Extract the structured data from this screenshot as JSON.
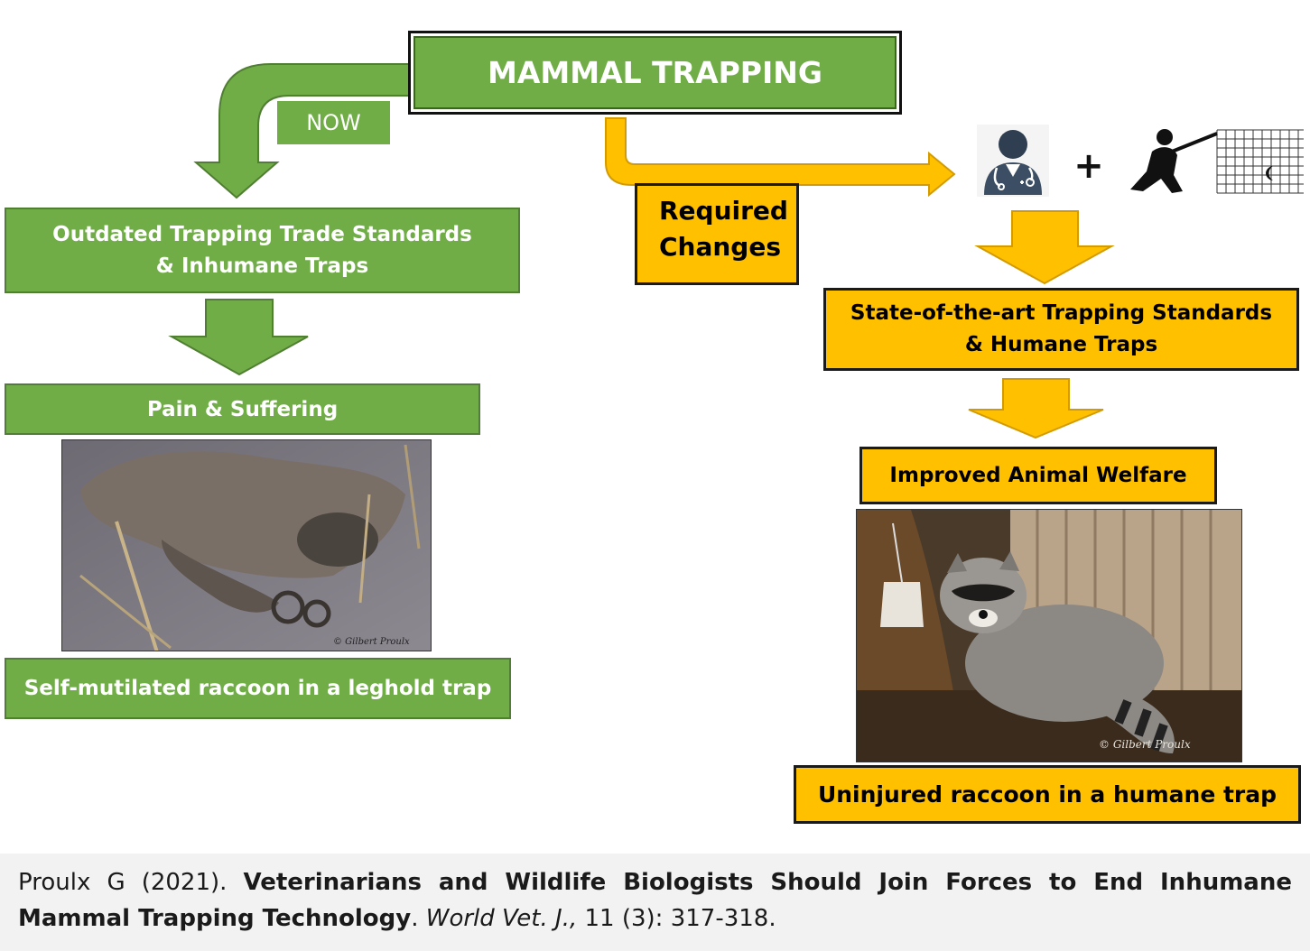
{
  "title": "MAMMAL TRAPPING",
  "now_label": "NOW",
  "required_changes": [
    "Required",
    "Changes"
  ],
  "plus_sign": "+",
  "left": {
    "box1": [
      "Outdated Trapping Trade Standards",
      "& Inhumane Traps"
    ],
    "box2": "Pain & Suffering",
    "caption": "Self-mutilated raccoon in a leghold trap",
    "photo_credit": "© Gilbert Proulx"
  },
  "right": {
    "box1": [
      "State-of-the-art Trapping Standards",
      "& Humane Traps"
    ],
    "box2": "Improved Animal Welfare",
    "caption": "Uninjured raccoon in a humane trap",
    "photo_credit": "© Gilbert Proulx"
  },
  "icons": {
    "veterinarian": "veterinarian-icon",
    "biologist": "wildlife-biologist-trapping-icon"
  },
  "citation": {
    "author": "Proulx G (2021). ",
    "title": "Veterinarians and Wildlife Biologists Should Join Forces to End Inhumane Mammal Trapping Technology",
    "after_title": ". ",
    "journal": "World Vet. J.,",
    "details": " 11 (3): 317-318."
  },
  "colors": {
    "green": "#70ad47",
    "yellow": "#ffc000"
  }
}
